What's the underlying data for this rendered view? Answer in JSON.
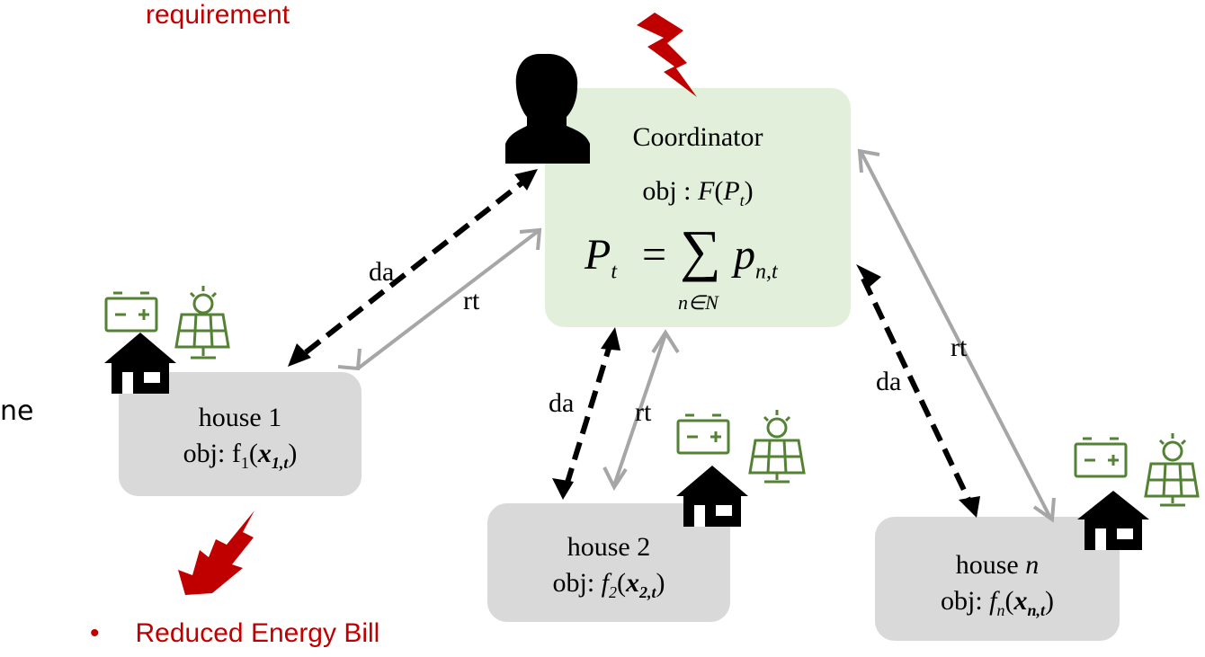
{
  "top_text": "requirement",
  "left_edge_text": "ne",
  "bullet_text": "Reduced Energy Bill",
  "coordinator": {
    "title": "Coordinator",
    "obj_prefix": "obj : ",
    "obj_func": "F",
    "obj_var": "P",
    "obj_sub": "t",
    "sum_lhs": "P",
    "sum_lhs_sub": "t",
    "sum_eq": " = ",
    "sum_symbol": "∑",
    "sum_term": "p",
    "sum_term_sub": "n,t",
    "sum_index": "n∈N"
  },
  "houses": [
    {
      "name": "house 1",
      "obj_prefix": "obj: ",
      "func": "f",
      "func_sub": "1",
      "var": "x",
      "var_sub": "1,t"
    },
    {
      "name": "house 2",
      "obj_prefix": "obj: ",
      "func": "f",
      "func_sub": "2",
      "var": "x",
      "var_sub": "2,t"
    },
    {
      "name_prefix": "house ",
      "name_var": "n",
      "obj_prefix": "obj: ",
      "func": "f",
      "func_sub": "n",
      "var": "x",
      "var_sub": "n,t"
    }
  ],
  "links": {
    "da1": "da",
    "rt1": "rt",
    "da2": "da",
    "rt2": "rt",
    "da3": "da",
    "rt3": "rt"
  },
  "colors": {
    "coordinator_fill": "#e2efda",
    "house_fill": "#d9d9d9",
    "da_arrow": "#000000",
    "rt_arrow": "#a6a6a6",
    "lightning": "#c00000",
    "icon_green": "#548235"
  }
}
